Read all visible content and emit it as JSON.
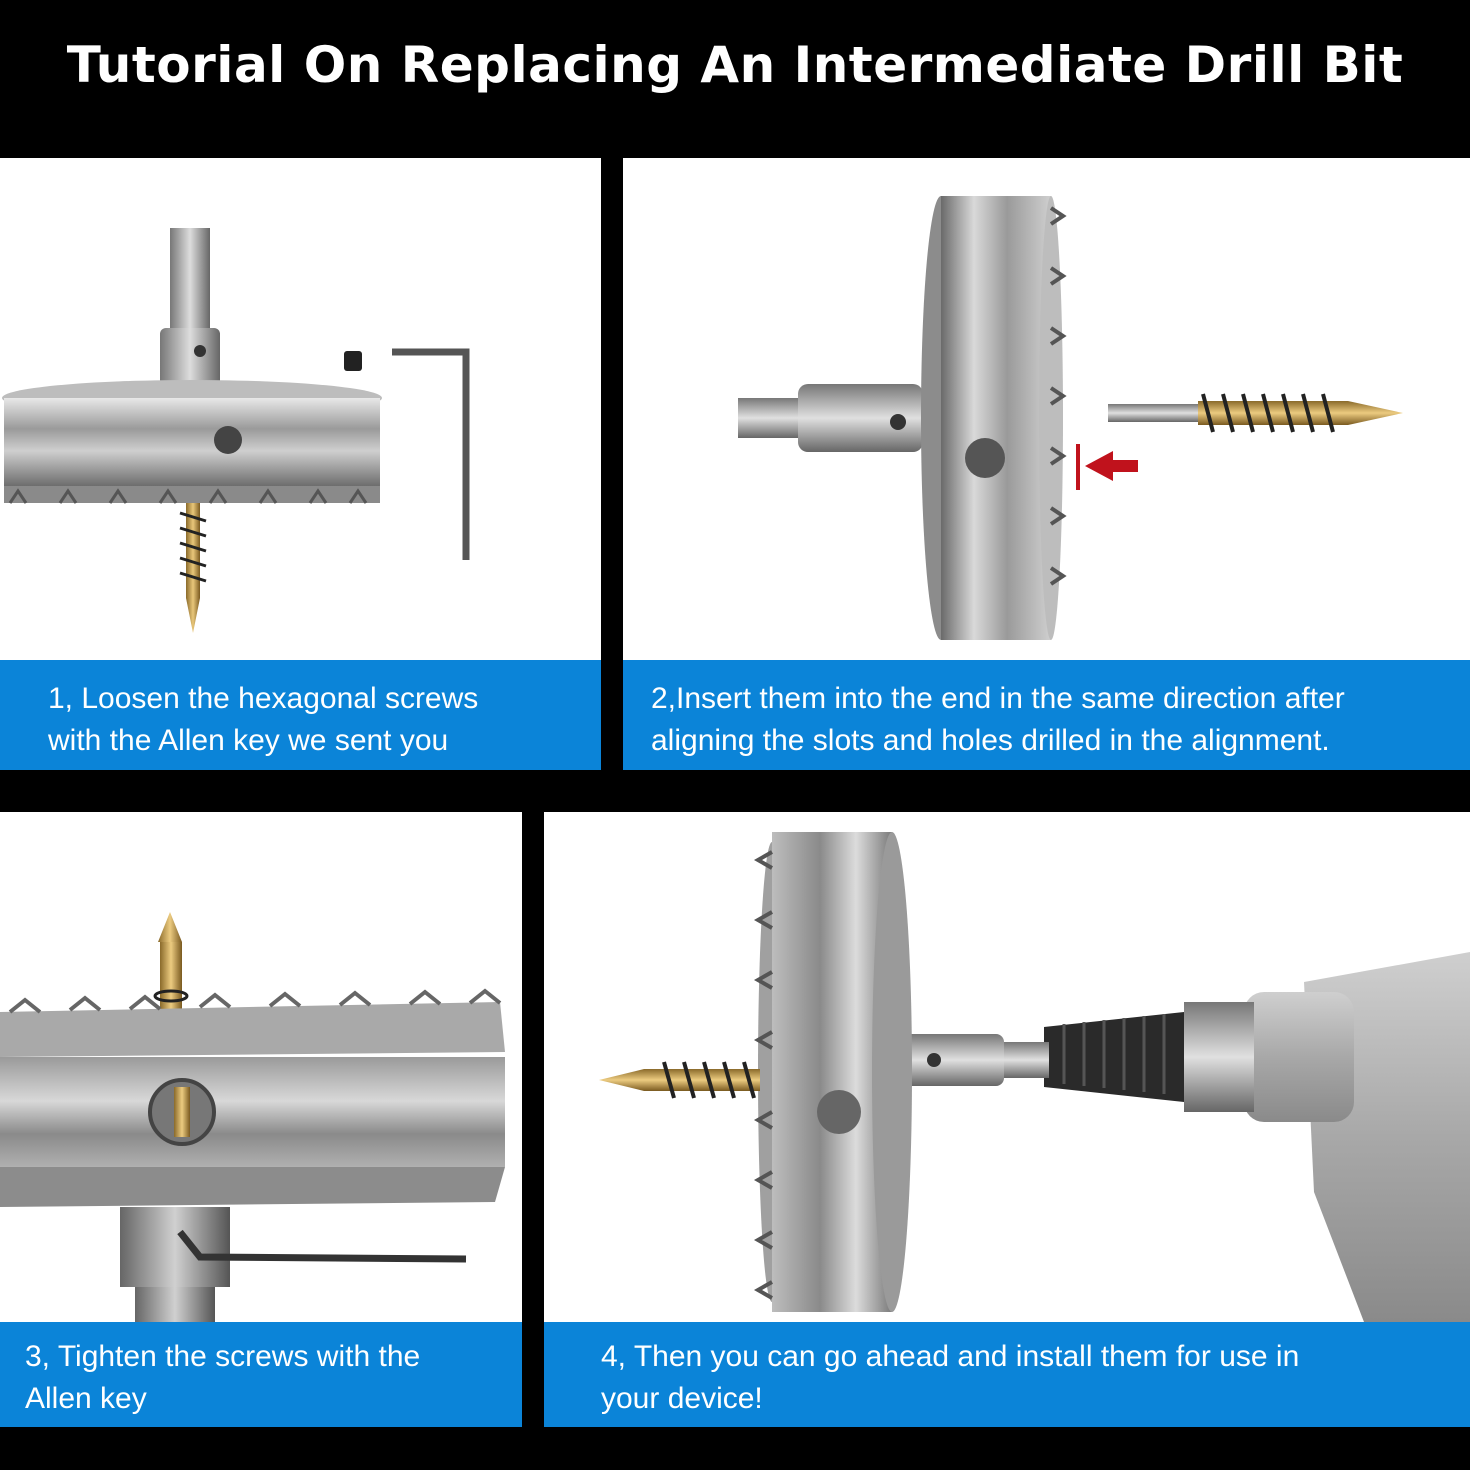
{
  "header": {
    "title": "Tutorial On Replacing An Intermediate Drill Bit"
  },
  "steps": [
    {
      "line1": "1, Loosen the hexagonal screws",
      "line2": "with the Allen key we sent you"
    },
    {
      "line1": "2,Insert them into the end in the same direction after",
      "line2": "aligning the slots and holes drilled in the alignment."
    },
    {
      "line1": "3, Tighten the screws with the",
      "line2": "Allen key"
    },
    {
      "line1": "4, Then you can go ahead and install them for use in",
      "line2": "your device!"
    }
  ],
  "colors": {
    "caption_bg": "#0b84d8",
    "background": "#000000",
    "arrow": "#c0121c"
  }
}
